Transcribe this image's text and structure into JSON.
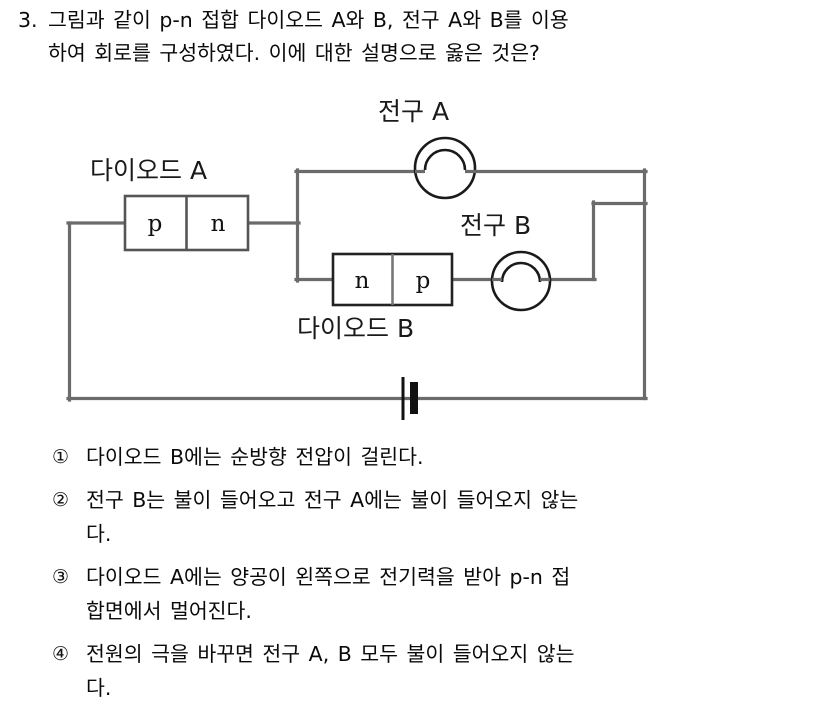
{
  "question": {
    "number": "3.",
    "line1": "그림과 같이 p-n 접합 다이오드 A와 B, 전구 A와 B를 이용",
    "line2": "하여 회로를 구성하였다. 이에 대한 설명으로 옳은 것은?"
  },
  "figure": {
    "diode_a_label": "다이오드 A",
    "diode_a_left_region": "p",
    "diode_a_right_region": "n",
    "diode_b_label": "다이오드 B",
    "diode_b_left_region": "n",
    "diode_b_right_region": "p",
    "lamp_a_label": "전구 A",
    "lamp_b_label": "전구 B",
    "wire_color": "#6b6b6b",
    "box_border_color": "#555555",
    "battery_color": "#111111"
  },
  "choices": [
    {
      "marker": "①",
      "line1": "다이오드 B에는 순방향 전압이 걸린다.",
      "line2": ""
    },
    {
      "marker": "②",
      "line1": "전구 B는 불이 들어오고 전구 A에는 불이 들어오지 않는",
      "line2": "다."
    },
    {
      "marker": "③",
      "line1": "다이오드 A에는 양공이 왼쪽으로 전기력을 받아 p-n 접",
      "line2": "합면에서 멀어진다."
    },
    {
      "marker": "④",
      "line1": "전원의 극을 바꾸면 전구 A, B 모두 불이 들어오지 않는",
      "line2": "다."
    }
  ]
}
